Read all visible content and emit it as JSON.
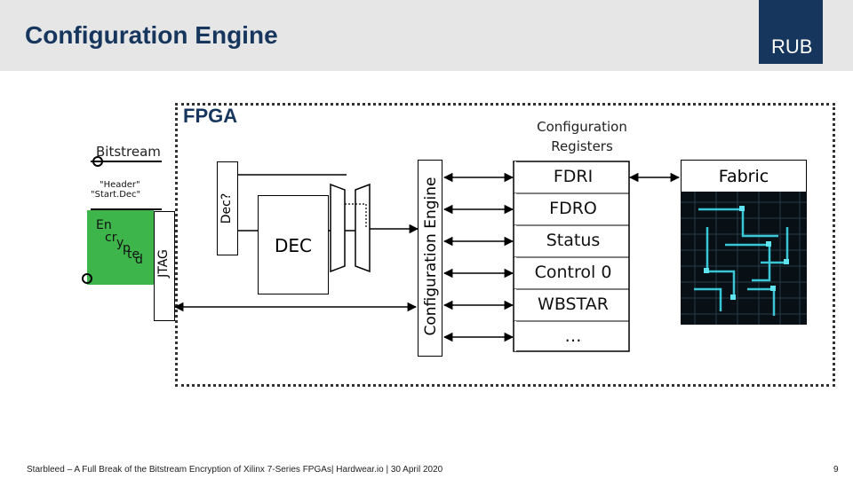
{
  "slide": {
    "title": "Configuration Engine",
    "logo": "RUB",
    "page_number": "9"
  },
  "diagram": {
    "fpga_label": "FPGA",
    "config_registers_label_line1": "Configuration",
    "config_registers_label_line2": "Registers",
    "bitstream_label": "Bitstream",
    "header_line1": "\"Header\"",
    "header_line2": "\"Start.Dec\"",
    "encrypted_letters": [
      "En",
      "cr",
      "y",
      "p",
      "te",
      "d"
    ],
    "jtag_label": "JTAG",
    "dec_check_label": "Dec?",
    "dec_label": "DEC",
    "config_engine_label": "Configuration Engine",
    "registers": [
      "FDRI",
      "FDRO",
      "Status",
      "Control 0",
      "WBSTAR",
      "…"
    ],
    "fabric_label": "Fabric"
  },
  "footer": {
    "text": "Starbleed – A Full Break of the Bitstream Encryption of Xilinx 7-Series FPGAs| Hardwear.io | 30 April 2020"
  },
  "colors": {
    "title": "#17365d",
    "logo_bg": "#17365d",
    "encrypted_green": "#3db54a",
    "header_bar": "#e6e6e6"
  }
}
